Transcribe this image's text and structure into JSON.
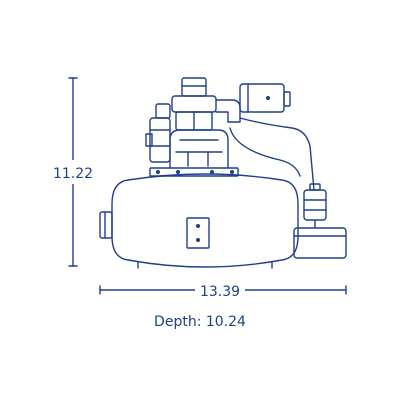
{
  "dimensions": {
    "height": "11.22",
    "width": "13.39",
    "depth_prefix": "Depth:",
    "depth_value": "10.24"
  },
  "colors": {
    "line": "#1f3f8f",
    "background": "#ffffff"
  }
}
